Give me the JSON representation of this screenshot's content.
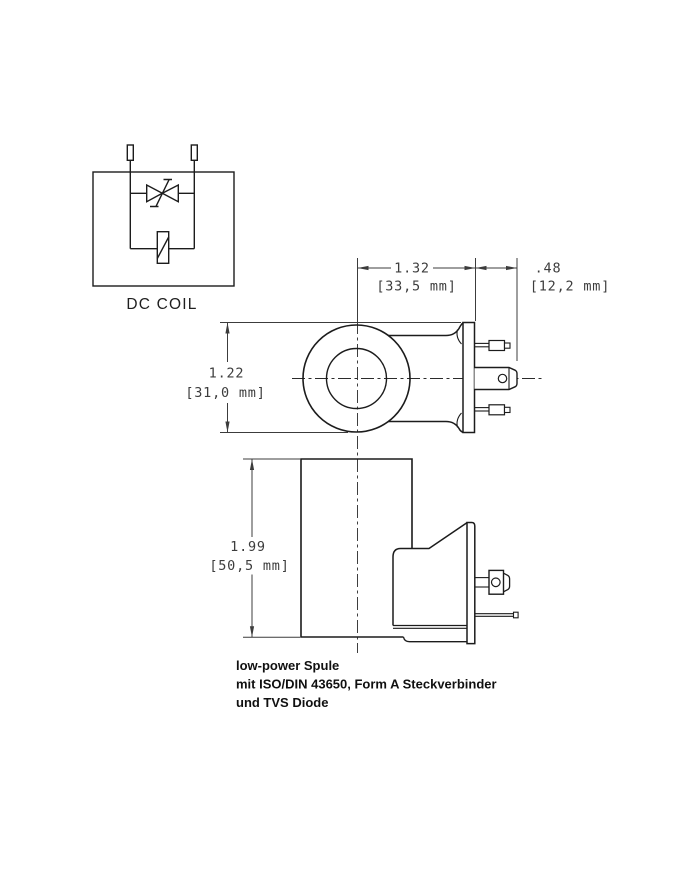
{
  "schematic": {
    "label": "DC COIL"
  },
  "dimensions": {
    "width_center_to_flange": {
      "inch": "1.32",
      "mm": "[33,5 mm]"
    },
    "width_flange_to_pin_tip": {
      "inch": ".48",
      "mm": "[12,2 mm]"
    },
    "flange_height": {
      "inch": "1.22",
      "mm": "[31,0 mm]"
    },
    "body_height": {
      "inch": "1.99",
      "mm": "[50,5 mm]"
    }
  },
  "caption": {
    "lines": [
      "low-power Spule",
      "mit ISO/DIN 43650, Form A Steckverbinder",
      "und TVS Diode"
    ]
  },
  "colors": {
    "line": "#1c1c1c",
    "dimension": "#3c3c3c",
    "background": "#ffffff"
  }
}
